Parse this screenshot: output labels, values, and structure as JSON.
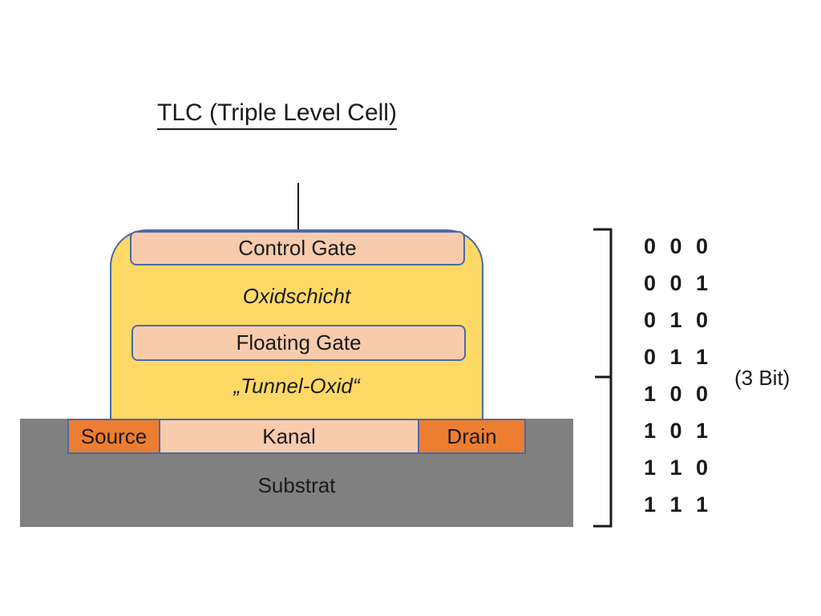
{
  "title": "TLC (Triple Level Cell)",
  "cell": {
    "control_gate": "Control Gate",
    "oxide_layer": "Oxidschicht",
    "floating_gate": "Floating Gate",
    "tunnel_oxide": "„Tunnel-Oxid“",
    "source": "Source",
    "channel": "Kanal",
    "drain": "Drain",
    "substrate": "Substrat"
  },
  "states": [
    "0 0 0",
    "0 0 1",
    "0 1 0",
    "0 1 1",
    "1 0 0",
    "1 0 1",
    "1 1 0",
    "1 1 1"
  ],
  "bit_count_label": "(3 Bit)",
  "colors": {
    "oxide": "#ffd966",
    "gate": "#f8cbad",
    "doped_region": "#ed7d31",
    "substrate": "#808080",
    "outline": "#4a6aa8"
  }
}
